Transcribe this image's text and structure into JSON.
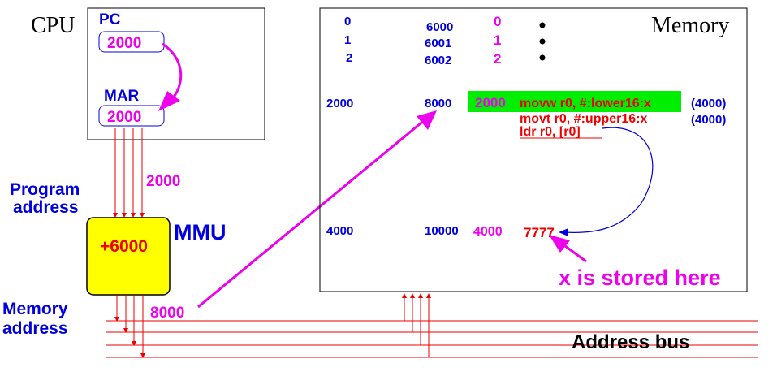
{
  "cpu": {
    "label": "CPU",
    "pc_label": "PC",
    "pc_value": "2000",
    "mar_label": "MAR",
    "mar_value": "2000"
  },
  "program_address": {
    "line1": "Program",
    "line2": "address",
    "bus_value": "2000"
  },
  "mmu": {
    "label": "MMU",
    "offset": "+6000"
  },
  "memory_address": {
    "line1": "Memory",
    "line2": "address",
    "value": "8000"
  },
  "memory": {
    "label": "Memory",
    "top_rows": [
      {
        "virtual": "0",
        "physical": "6000",
        "content": "0"
      },
      {
        "virtual": "1",
        "physical": "6001",
        "content": "1"
      },
      {
        "virtual": "2",
        "physical": "6002",
        "content": "2"
      }
    ],
    "code_block": {
      "virtual": "2000",
      "physical": "8000",
      "content": "2000",
      "instructions": [
        {
          "text": "movw  r0, #:lower16:x",
          "note": "(4000)"
        },
        {
          "text": "movt   r0, #:upper16:x",
          "note": "(4000)"
        },
        {
          "text": "ldr   r0, [r0]",
          "note": ""
        }
      ]
    },
    "data_block": {
      "virtual": "4000",
      "physical": "10000",
      "content": "4000",
      "value": "7777"
    },
    "annotation": "x is stored here"
  },
  "address_bus": {
    "label": "Address bus"
  },
  "colors": {
    "blue": "#0000dd",
    "magenta": "#ee00ee",
    "red": "#ee0000",
    "green": "#00ee00",
    "yellow": "#ffff00"
  }
}
